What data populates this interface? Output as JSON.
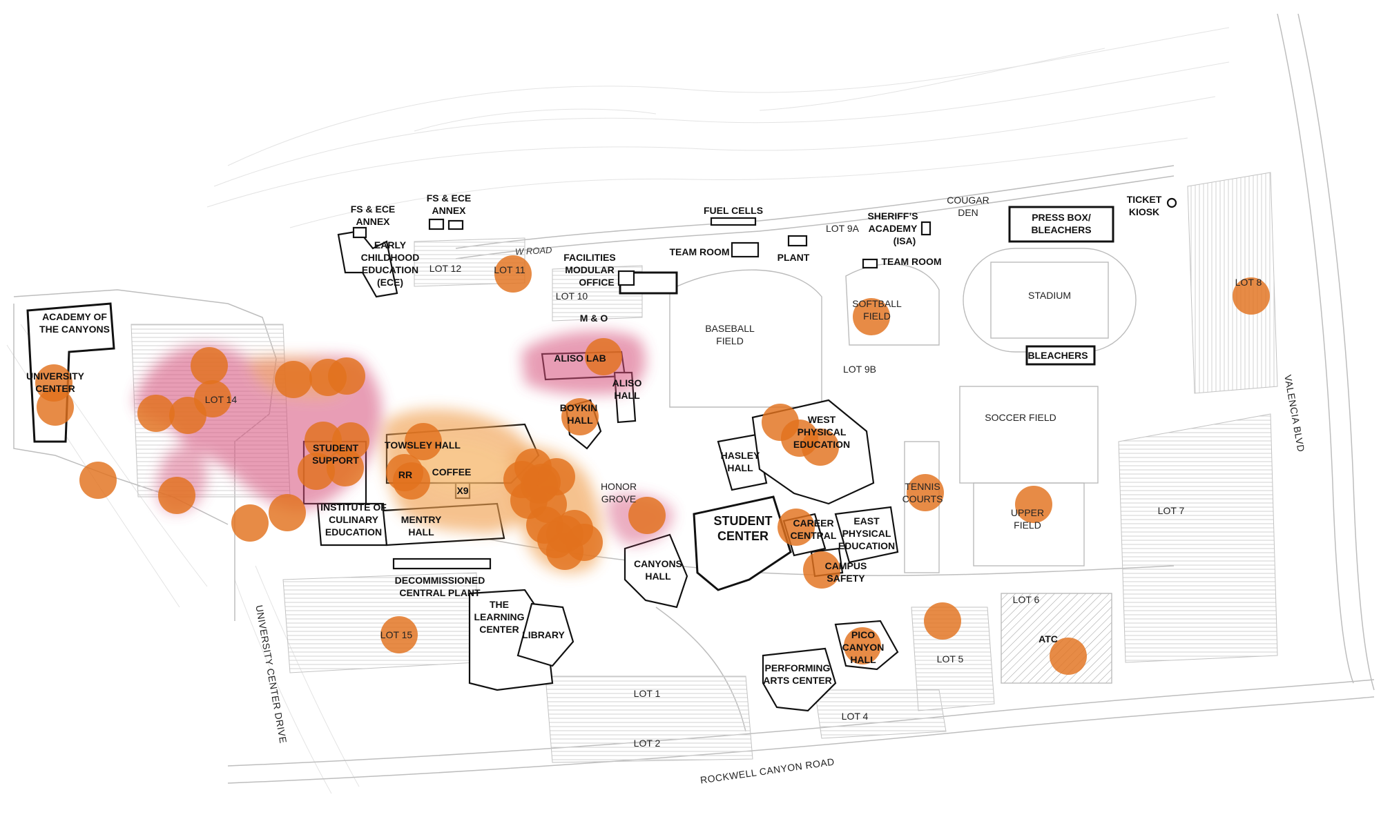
{
  "map": {
    "buildings": [
      "ACADEMY OF THE CANYONS",
      "UNIVERSITY CENTER",
      "FS & ECE ANNEX",
      "EARLY CHILDHOOD EDUCATION (ECE)",
      "FUEL CELLS",
      "TEAM ROOM",
      "PLANT",
      "SHERIFF'S ACADEMY (ISA)",
      "COUGAR DEN",
      "PRESS BOX/ BLEACHERS",
      "TICKET KIOSK",
      "FACILITIES MODULAR OFFICE",
      "M & O",
      "ALISO LAB",
      "ALISO HALL",
      "BOYKIN HALL",
      "TOWSLEY HALL",
      "COFFEE",
      "X9",
      "RR",
      "STUDENT SUPPORT",
      "INSTITUTE OF CULINARY EDUCATION",
      "MENTRY HALL",
      "DECOMMISSIONED CENTRAL PLANT",
      "THE LEARNING CENTER",
      "LIBRARY",
      "CANYONS HALL",
      "STUDENT CENTER",
      "HASLEY HALL",
      "WEST PHYSICAL EDUCATION",
      "CAREER CENTRAL",
      "EAST PHYSICAL EDUCATION",
      "CAMPUS SAFETY",
      "PICO CANYON HALL",
      "PERFORMING ARTS CENTER",
      "ATC",
      "BLEACHERS",
      "STADIUM"
    ],
    "areas": {
      "baseball_field": "BASEBALL FIELD",
      "softball_field": "SOFTBALL FIELD",
      "soccer_field": "SOCCER FIELD",
      "tennis_courts": "TENNIS COURTS",
      "upper_field": "UPPER FIELD",
      "honor_grove": "HONOR GROVE"
    },
    "lots": {
      "lot1": "LOT 1",
      "lot2": "LOT 2",
      "lot4": "LOT 4",
      "lot5": "LOT 5",
      "lot6": "LOT 6",
      "lot7": "LOT 7",
      "lot8": "LOT 8",
      "lot9a": "LOT 9A",
      "lot9b": "LOT 9B",
      "lot10": "LOT 10",
      "lot11": "LOT 11",
      "lot12": "LOT 12",
      "lot14": "LOT 14",
      "lot15": "LOT 15"
    },
    "roads": {
      "w_road": "W ROAD",
      "rockwell": "ROCKWELL CANYON ROAD",
      "university_center_drive": "UNIVERSITY CENTER DRIVE",
      "valencia": "VALENCIA BLVD"
    },
    "colors": {
      "dot": "#e2711d",
      "heat_outer": "#d6507a",
      "heat_mid": "#f0a050",
      "heat_inner": "#f6c27a"
    },
    "point_count": 46
  }
}
